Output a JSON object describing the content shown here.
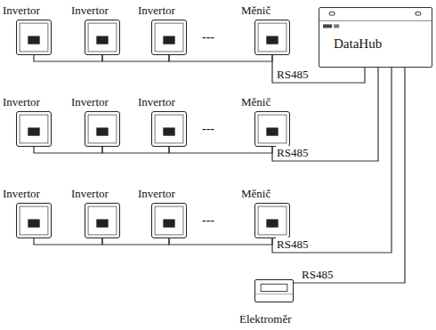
{
  "diagram": {
    "nodes": [
      {
        "text": [
          "Invertor"
        ]
      },
      {
        "text": [
          "Invertor"
        ]
      },
      {
        "text": [
          "Invertor"
        ]
      },
      {
        "text": [
          "Měnič"
        ]
      },
      {
        "text": [
          "DataHub"
        ]
      },
      {
        "text": [
          "Invertor"
        ]
      },
      {
        "text": [
          "Invertor"
        ]
      },
      {
        "text": [
          "Invertor"
        ]
      },
      {
        "text": [
          "Měnič"
        ]
      },
      {
        "text": [
          "Invertor"
        ]
      },
      {
        "text": [
          "Invertor"
        ]
      },
      {
        "text": [
          "Invertor"
        ]
      },
      {
        "text": [
          "Měnič"
        ]
      },
      {
        "text": [
          "Elektroměr"
        ]
      }
    ],
    "edges": [
      {
        "from": 0,
        "to": 1,
        "arrow": "none"
      },
      {
        "from": 1,
        "to": 2,
        "arrow": "none"
      },
      {
        "from": 2,
        "to": 3,
        "arrow": "none"
      },
      {
        "from": 3,
        "to": 4,
        "label": "RS485",
        "arrow": "none"
      },
      {
        "from": 5,
        "to": 6,
        "arrow": "none"
      },
      {
        "from": 6,
        "to": 7,
        "arrow": "none"
      },
      {
        "from": 7,
        "to": 8,
        "arrow": "none"
      },
      {
        "from": 8,
        "to": 4,
        "label": "RS485",
        "arrow": "none"
      },
      {
        "from": 9,
        "to": 10,
        "arrow": "none"
      },
      {
        "from": 10,
        "to": 11,
        "arrow": "none"
      },
      {
        "from": 11,
        "to": 12,
        "arrow": "none"
      },
      {
        "from": 12,
        "to": 4,
        "label": "RS485",
        "arrow": "none"
      },
      {
        "from": 13,
        "to": 4,
        "label": "RS485",
        "arrow": "none"
      }
    ],
    "labels": [
      "---",
      "---",
      "---"
    ]
  }
}
